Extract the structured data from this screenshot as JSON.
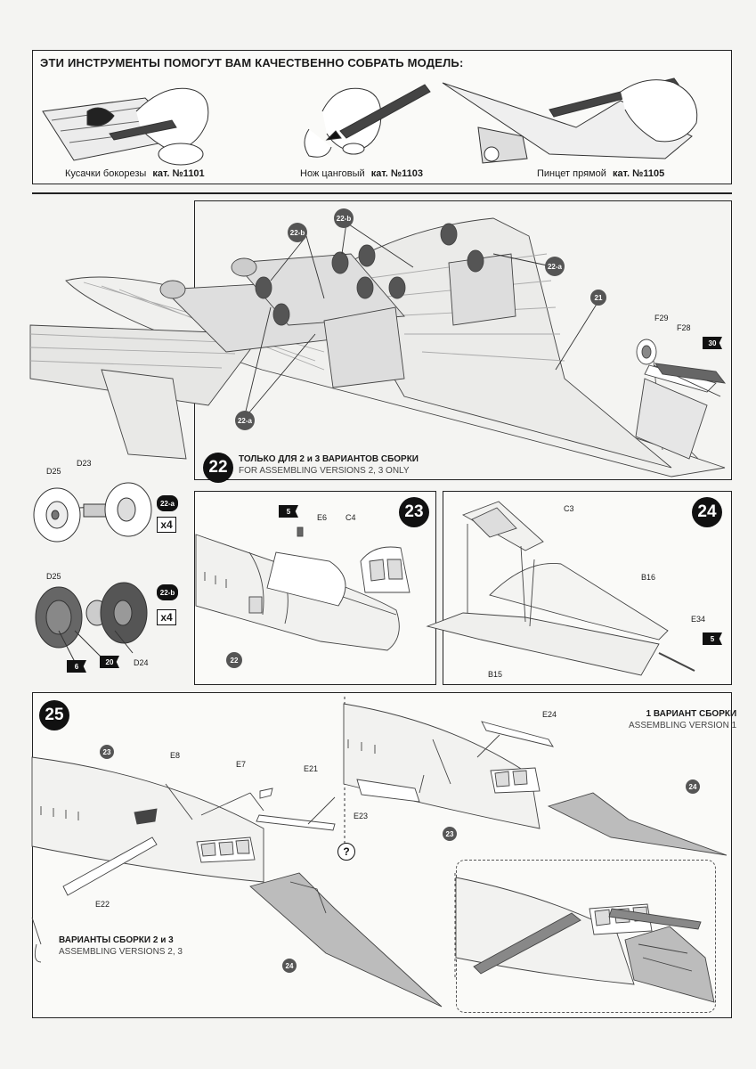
{
  "tools": {
    "title": "ЭТИ ИНСТРУМЕНТЫ ПОМОГУТ ВАМ КАЧЕСТВЕННО СОБРАТЬ МОДЕЛЬ:",
    "items": [
      {
        "name": "Кусачки бокорезы",
        "cat": "кат. №1101"
      },
      {
        "name": "Нож цанговый",
        "cat": "кат. №1103"
      },
      {
        "name": "Пинцет прямой",
        "cat": "кат. №1105"
      }
    ]
  },
  "step22": {
    "number": "22",
    "note_ru": "ТОЛЬКО ДЛЯ 2 и 3 ВАРИАНТОВ СБОРКИ",
    "note_en": "FOR ASSEMBLING VERSIONS 2, 3 ONLY",
    "parts": {
      "p21": "21",
      "f29": "F29",
      "f28": "F28",
      "star30": "30",
      "c22a_1": "22-a",
      "c22a_2": "22-a",
      "c22b_1": "22-b",
      "c22b_2": "22-b"
    }
  },
  "subassembly": {
    "a_label": "22-a",
    "a_qty": "x4",
    "b_label": "22-b",
    "b_qty": "x4",
    "d25a": "D25",
    "d23": "D23",
    "d25b": "D25",
    "d24": "D24",
    "star6": "6",
    "star20": "20"
  },
  "step23": {
    "number": "23",
    "e6": "E6",
    "c4": "C4",
    "star5": "5",
    "p22": "22"
  },
  "step24": {
    "number": "24",
    "c3": "C3",
    "b16": "B16",
    "e34": "E34",
    "star5": "5",
    "b15": "B15"
  },
  "step25": {
    "number": "25",
    "v1_ru": "1 ВАРИАНТ СБОРКИ",
    "v1_en": "ASSEMBLING VERSION 1",
    "v23_ru": "ВАРИАНТЫ СБОРКИ 2 и 3",
    "v23_en": "ASSEMBLING VERSIONS 2, 3",
    "left": {
      "p23": "23",
      "e8": "E8",
      "e7": "E7",
      "e21": "E21",
      "e22": "E22",
      "p24": "24"
    },
    "right": {
      "e24": "E24",
      "e23": "E23",
      "p23": "23",
      "p24": "24"
    },
    "help": "?"
  }
}
